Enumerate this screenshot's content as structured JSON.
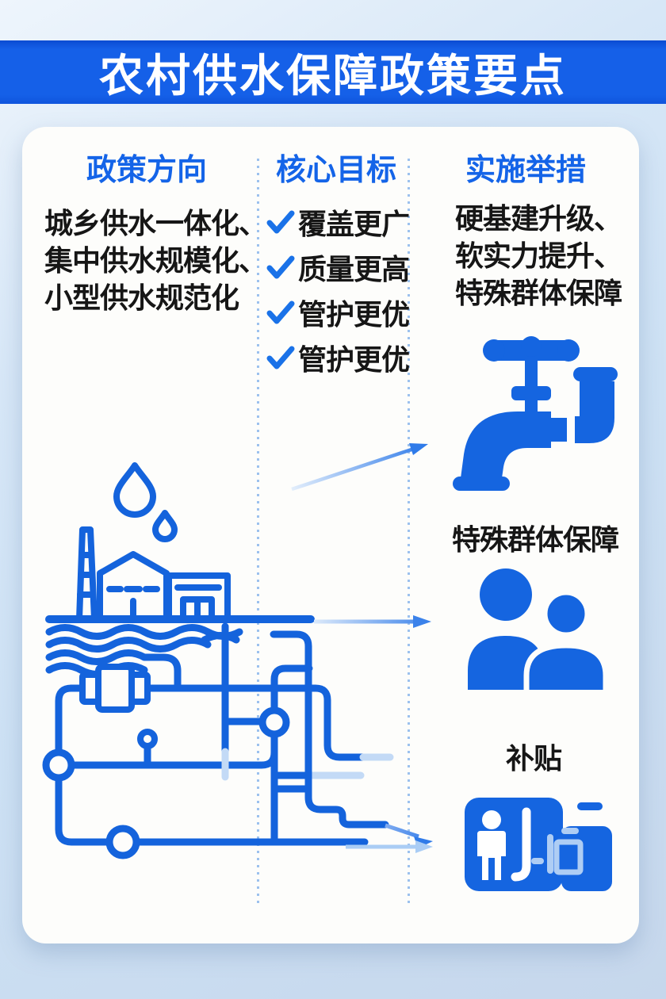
{
  "title": "农村供水保障政策要点",
  "columns": {
    "policy": {
      "header": "政策方向",
      "lines": [
        "城乡供水一体化、",
        "集中供水规模化、",
        "小型供水规范化"
      ]
    },
    "goals": {
      "header": "核心目标",
      "check_glyph": "✓",
      "items": [
        "覆盖更广",
        "质量更高",
        "管护更优",
        "管护更优"
      ]
    },
    "measures": {
      "header": "实施举措",
      "lines": [
        "硬基建升级、",
        "软实力提升、",
        "特殊群体保障"
      ]
    }
  },
  "callouts": {
    "special_group": "特殊群体保障",
    "subsidy": "补贴"
  },
  "icons": {
    "check": "check-icon",
    "faucet": "faucet-icon",
    "people": "people-icon",
    "subsidy_card": "subsidy-card-icon",
    "water_drops": "water-drop-icon",
    "factory": "factory-icon",
    "pipe_network": "pipe-network-icon",
    "arrows": "arrow-icon"
  },
  "colors": {
    "banner_blue": "#1560e8",
    "header_blue": "#1464e8",
    "check_blue": "#1a72e8",
    "illustration_blue": "#1463dc",
    "icon_blue": "#1565e0",
    "light_arrow_blue": "#aacdf5",
    "text_black": "#161616",
    "card_bg": "#fdfdfb",
    "page_bg": "#cfe2f4"
  }
}
